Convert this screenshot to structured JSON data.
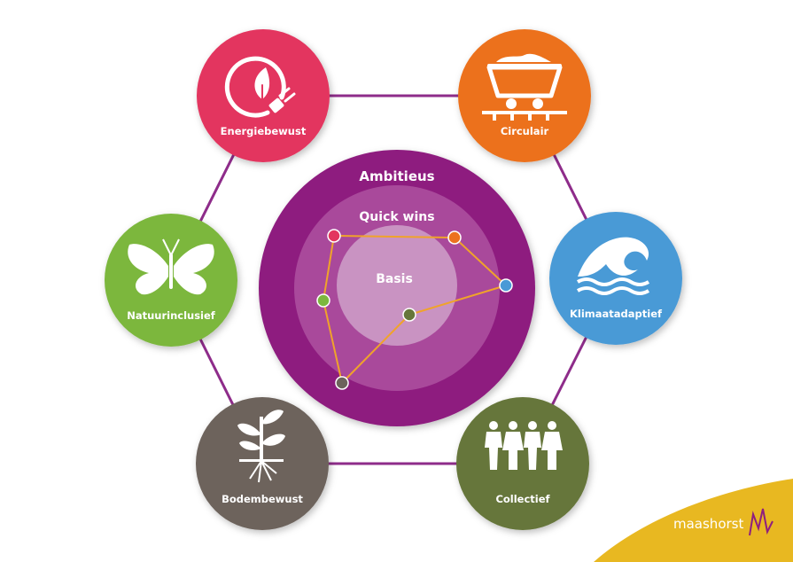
{
  "diagram": {
    "rings": {
      "outer": "Ambitieus",
      "middle": "Quick wins",
      "inner": "Basis"
    },
    "themes": [
      {
        "label": "Energiebewust",
        "icon": "plug-leaf-icon",
        "color": "#e3365f"
      },
      {
        "label": "Circulair",
        "icon": "mine-cart-icon",
        "color": "#ec711f"
      },
      {
        "label": "Klimaatadaptief",
        "icon": "wave-icon",
        "color": "#4a9ad6"
      },
      {
        "label": "Collectief",
        "icon": "people-icon",
        "color": "#66763a"
      },
      {
        "label": "Bodembewust",
        "icon": "sprout-icon",
        "color": "#6d635c"
      },
      {
        "label": "Natuurinclusief",
        "icon": "butterfly-icon",
        "color": "#7cb73e"
      }
    ],
    "colors": {
      "connector": "#8e2c8a",
      "ring_outer": "#8e1f7f",
      "ring_middle": "#a9499b",
      "ring_inner": "#c993c2",
      "polygon_line": "#f0a32a"
    }
  },
  "brand": {
    "name": "maashorst",
    "color": "#e8b821"
  }
}
